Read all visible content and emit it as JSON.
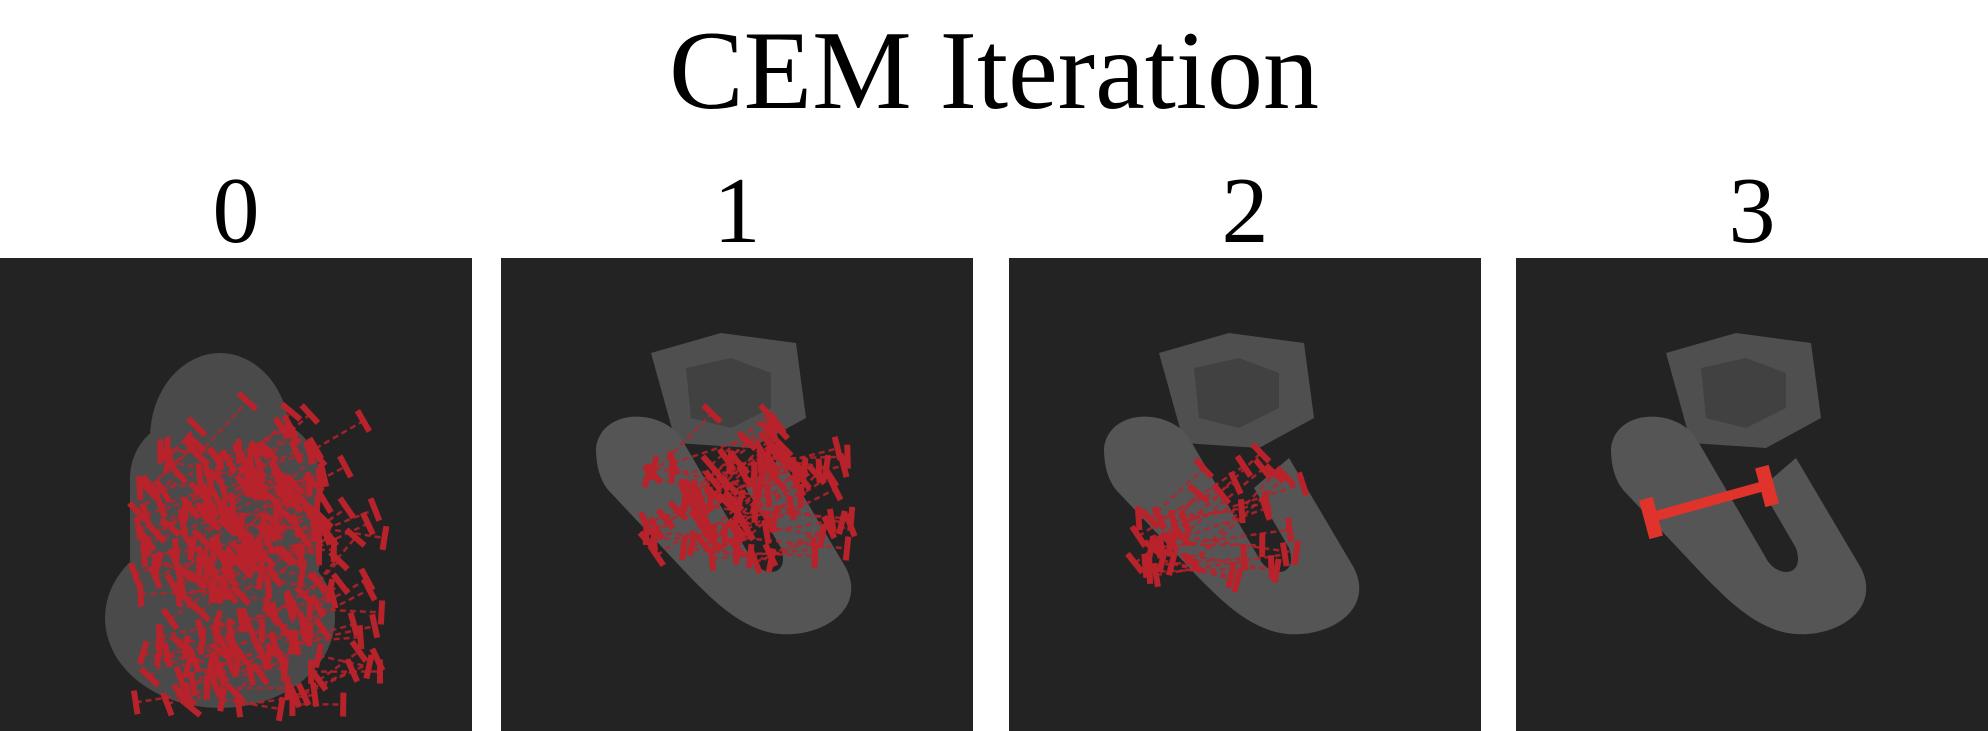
{
  "figure": {
    "title": "CEM Iteration",
    "panels": [
      {
        "label": "0",
        "grasp_spread": "wide"
      },
      {
        "label": "1",
        "grasp_spread": "medium"
      },
      {
        "label": "2",
        "grasp_spread": "narrow"
      },
      {
        "label": "3",
        "grasp_spread": "single"
      }
    ]
  },
  "colors": {
    "background": "#232323",
    "object_outer": "#4f4f4f",
    "object_inner": "#414141",
    "grasp": "#b8222a",
    "grasp_final": "#e0332c"
  }
}
